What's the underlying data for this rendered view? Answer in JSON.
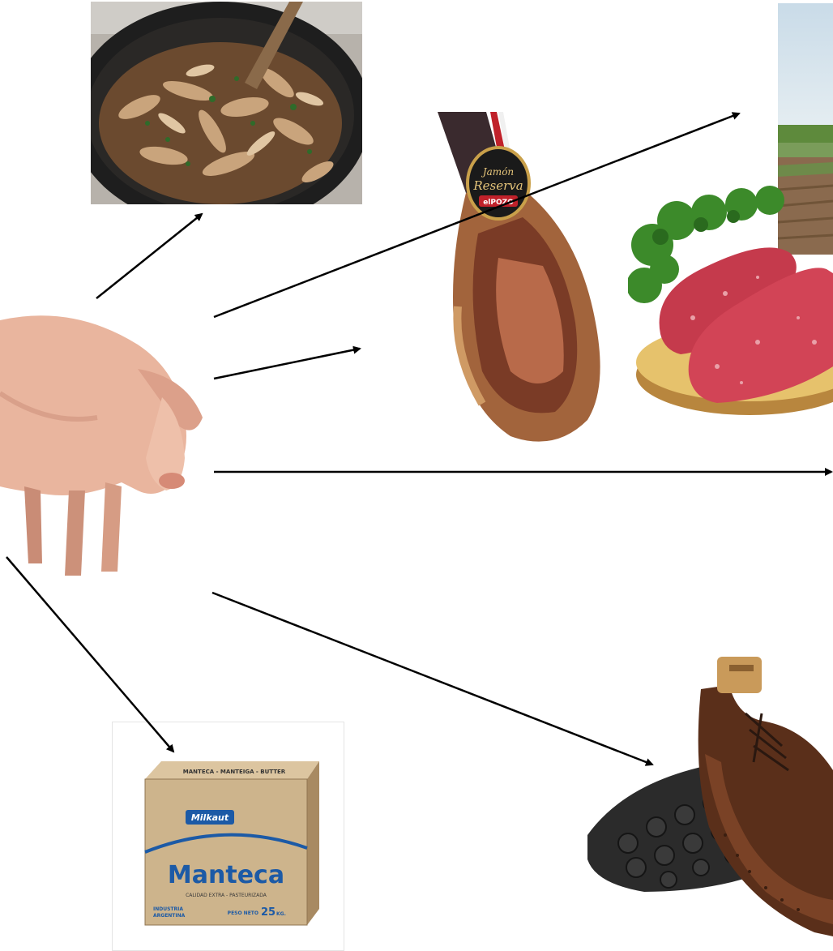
{
  "diagram": {
    "source": {
      "name": "pig"
    },
    "products": [
      {
        "id": "pulled-pork",
        "name": "pulled-pork-pot"
      },
      {
        "id": "ham",
        "name": "cured-ham-leg"
      },
      {
        "id": "sausage",
        "name": "sausage-on-board"
      },
      {
        "id": "farm",
        "name": "farm-field"
      },
      {
        "id": "lard",
        "name": "lard-box"
      },
      {
        "id": "shoes",
        "name": "leather-shoes"
      }
    ]
  },
  "ham_label": {
    "line1": "Jamón",
    "line2": "Reserva",
    "brand": "elPOZO"
  },
  "lard_box": {
    "top_text": "MANTECA - MANTEIGA - BUTTER",
    "brand": "Milkaut",
    "product": "Manteca",
    "quality": "CALIDAD EXTRA - PASTEURIZADA",
    "origin_line1": "INDUSTRIA",
    "origin_line2": "ARGENTINA",
    "weight_prefix": "PESO NETO",
    "weight_value": "25",
    "weight_unit": "KG."
  },
  "colors": {
    "arrow": "#000000",
    "lard_blue": "#1c5aa6",
    "ham_brand_red": "#c0212a"
  }
}
